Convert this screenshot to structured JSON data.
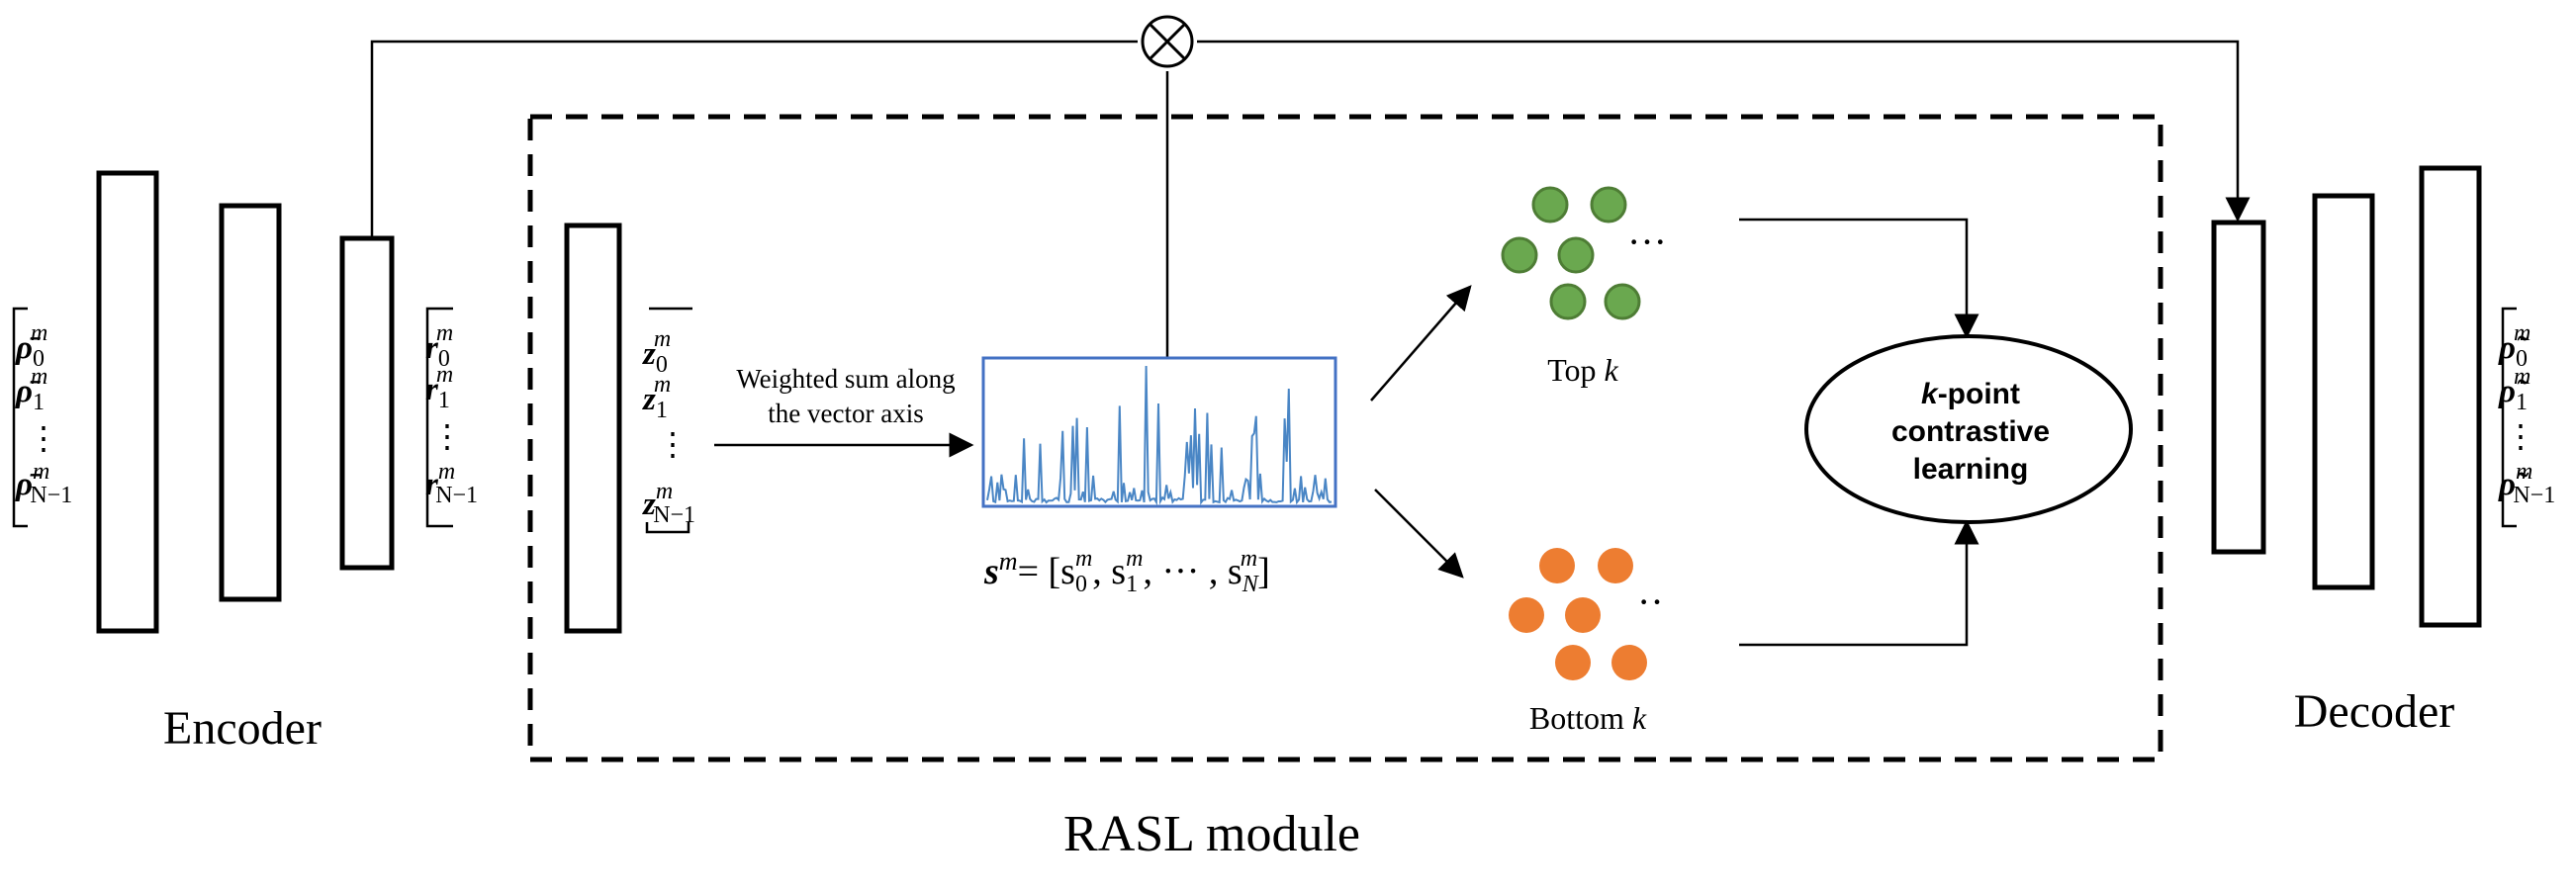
{
  "encoder": {
    "label": "Encoder",
    "inputs": [
      "ρ̄",
      "ρ̄",
      "ρ̄"
    ],
    "input_subs": [
      "0",
      "1",
      "N−1"
    ],
    "features": [
      "r",
      "r",
      "r"
    ],
    "feature_subs": [
      "0",
      "1",
      "N−1"
    ]
  },
  "module": {
    "label": "RASL module",
    "latents": [
      "z",
      "z",
      "z"
    ],
    "latent_subs": [
      "0",
      "1",
      "N−1"
    ],
    "weighted_sum_line1": "Weighted sum along",
    "weighted_sum_line2": "the vector axis",
    "score_lhs": "s",
    "score_eq": "= [s",
    "score_mid": ", s",
    "score_dots": ", ··· , s",
    "score_end": "]",
    "top_label": "Top",
    "bottom_label": "Bottom",
    "k": "k",
    "dots": "···",
    "bottom_dots": "··",
    "contrastive_k": "k",
    "contrastive_line1": "-point",
    "contrastive_line2": "contrastive",
    "contrastive_line3": "learning"
  },
  "decoder": {
    "label": "Decoder",
    "outputs": [
      "ρ̃",
      "ρ̃",
      "ρ̃"
    ],
    "output_subs": [
      "0",
      "1",
      "N−1"
    ]
  },
  "superscript": "m",
  "vdots": "⋮",
  "multiply_symbol": "⊗",
  "colors": {
    "top_dots": "#6aa84f",
    "bottom_dots": "#ed7d31",
    "plot_line": "#4a86c5",
    "plot_border": "#4472c4"
  }
}
